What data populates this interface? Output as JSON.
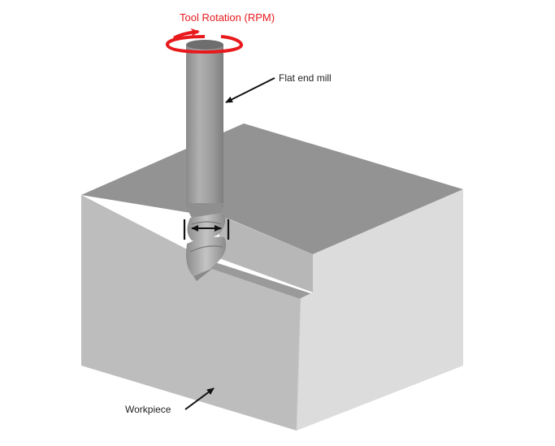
{
  "diagram": {
    "title_label": "Tool Rotation (RPM)",
    "labels": {
      "tool_rotation": "Tool Rotation (RPM)",
      "flat_end_mill": "Flat end mill",
      "workpiece": "Workpiece"
    },
    "components": [
      {
        "id": "tool",
        "name": "Flat end mill",
        "type": "cylindrical cutter with helical flutes"
      },
      {
        "id": "workpiece",
        "name": "Workpiece",
        "type": "rectangular block with milled slot/step"
      },
      {
        "id": "rotation",
        "name": "Tool Rotation (RPM)",
        "type": "curved arrow around tool shank"
      },
      {
        "id": "diameter",
        "name": "Tool diameter dimension",
        "type": "double-headed arrow across cutter"
      }
    ],
    "colors": {
      "annotation_red": "#e8191c",
      "arrow_black": "#111111",
      "top_face": "#939393",
      "front_face": "#bdbdbd",
      "right_face": "#dcdcdc",
      "tool_body": "#9a9a9a"
    }
  }
}
